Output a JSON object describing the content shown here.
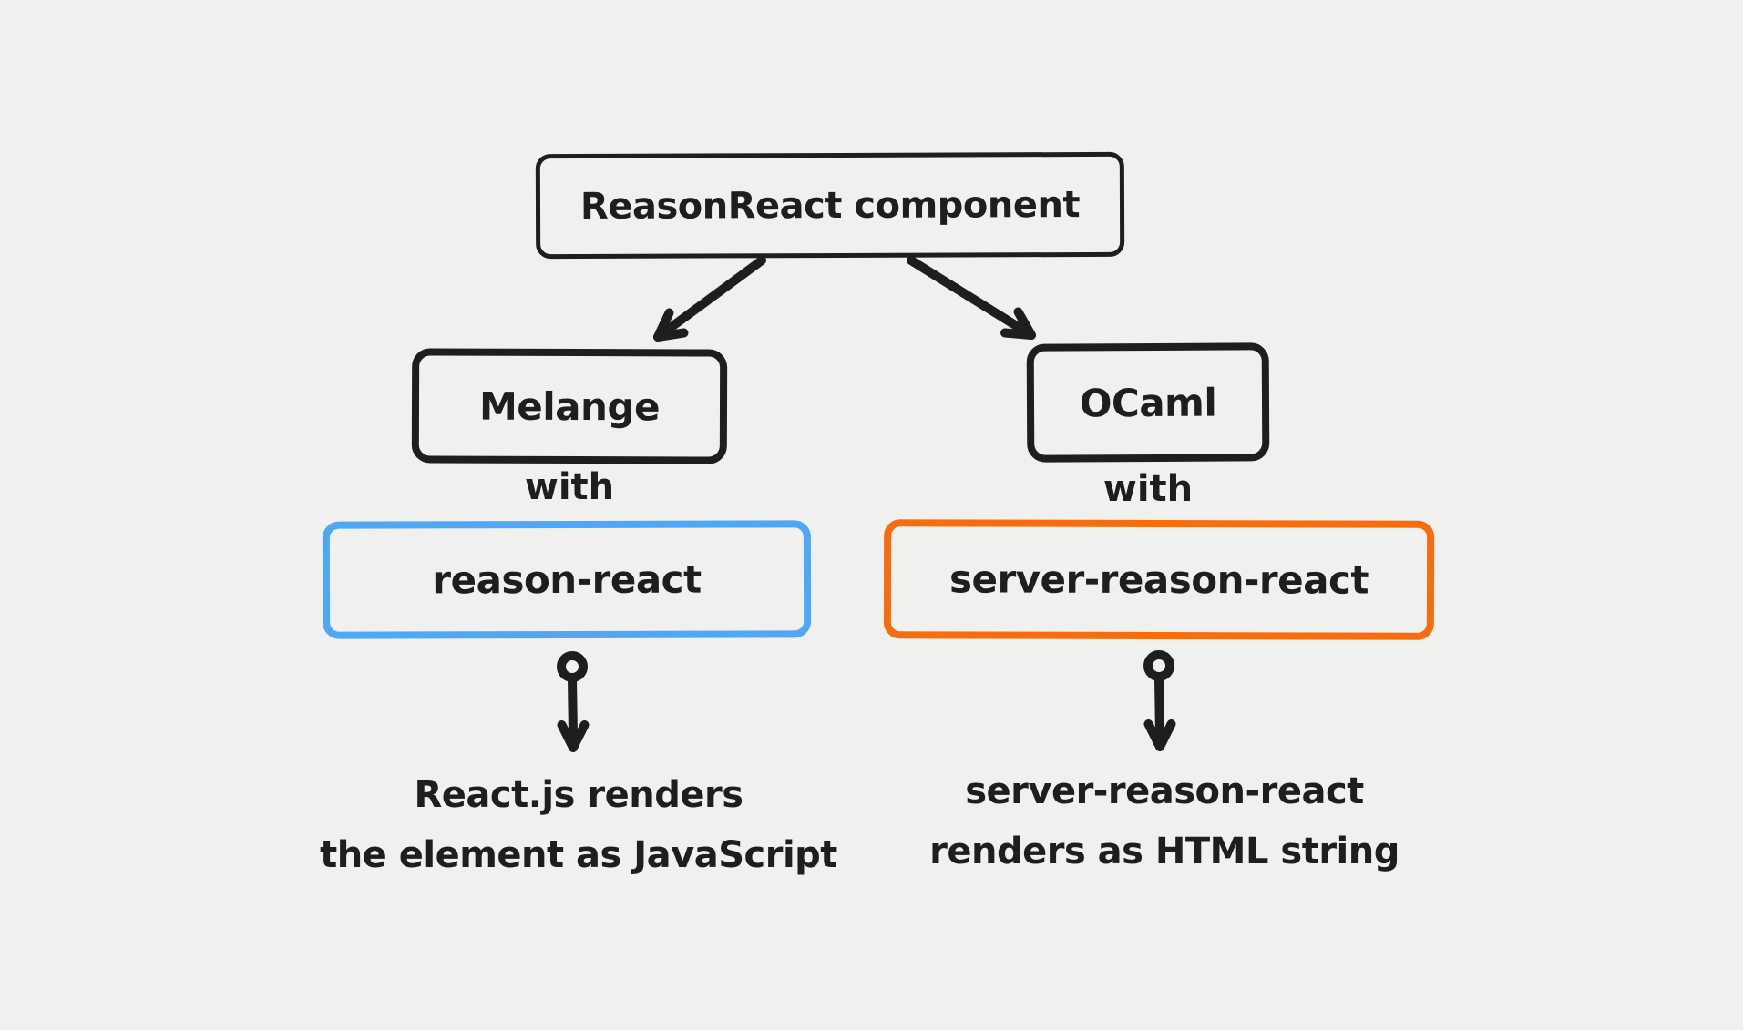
{
  "colors": {
    "background": "#f0f0ef",
    "ink": "#1e1e1e",
    "blue_accent": "#4fa8f5",
    "orange_accent": "#f76c0c"
  },
  "nodes": {
    "root": {
      "label": "ReasonReact component"
    },
    "melange": {
      "label": "Melange"
    },
    "ocaml": {
      "label": "OCaml"
    },
    "reason_react": {
      "label": "reason-react"
    },
    "server_reason_react": {
      "label": "server-reason-react"
    }
  },
  "connector_labels": {
    "melange_with": "with",
    "ocaml_with": "with"
  },
  "captions": {
    "client": {
      "line1": "React.js renders",
      "line2": "the element as JavaScript"
    },
    "server": {
      "line1": "server-reason-react",
      "line2": "renders as HTML string"
    }
  },
  "icons": {
    "arrow_root_to_melange": "down-left-arrow-icon",
    "arrow_root_to_ocaml": "down-right-arrow-icon",
    "arrow_reason_react_down": "down-arrow-icon",
    "arrow_server_reason_react_down": "down-arrow-icon"
  }
}
